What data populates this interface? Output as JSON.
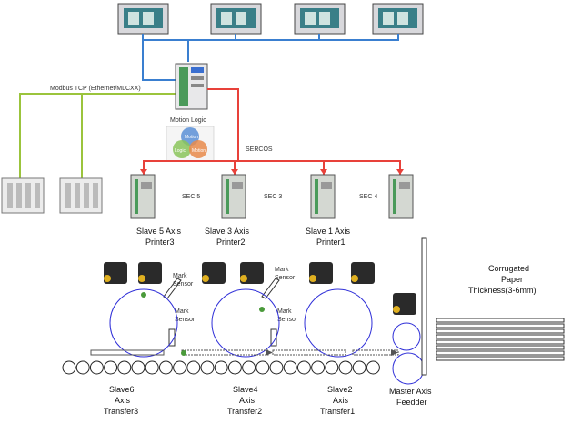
{
  "network": {
    "fieldbus_label": "Modbus TCP (Ethernet/MLCXX)",
    "sercos_label": "SERCOS"
  },
  "controller": {
    "caption": "Motion Logic",
    "venn": [
      "Motion",
      "Logic",
      "Motion"
    ]
  },
  "drives": [
    {
      "tag": "SEC 5",
      "line1": "Slave 5 Axis",
      "line2": "Printer3"
    },
    {
      "tag": "SEC 3",
      "line1": "Slave 3 Axis",
      "line2": "Printer2"
    },
    {
      "tag": "SEC 4",
      "line1": "Slave 1 Axis",
      "line2": "Printer1"
    },
    {
      "tag": "",
      "line1": "",
      "line2": ""
    }
  ],
  "sensors": [
    {
      "line1": "Mark",
      "line2": "Sensor"
    },
    {
      "line1": "Mark",
      "line2": "Sensor"
    },
    {
      "line1": "Mark",
      "line2": "Sensor"
    },
    {
      "line1": "Mark",
      "line2": "Sensor"
    }
  ],
  "conveyor_labels": [
    {
      "line1": "Slave6",
      "line2": "Axis",
      "line3": "Transfer3"
    },
    {
      "line1": "Slave4",
      "line2": "Axis",
      "line3": "Transfer2"
    },
    {
      "line1": "Slave2",
      "line2": "Axis",
      "line3": "Transfer1"
    }
  ],
  "master": {
    "line1": "Master Axis",
    "line2": "Feedder"
  },
  "paper": {
    "line1": "Corrugated",
    "line2": "Paper",
    "line3": "Thickness(3-6mm)"
  },
  "colors": {
    "ethernet": "#3a7fd0",
    "fieldbus": "#9bc43c",
    "sercos": "#e8413a",
    "roller": "#2f2fd8",
    "conveyor": "#555555"
  },
  "icons": [
    "hmi-panel-icon",
    "controller-icon",
    "io-module-icon",
    "servo-drive-icon",
    "servo-motor-icon",
    "sensor-icon"
  ]
}
